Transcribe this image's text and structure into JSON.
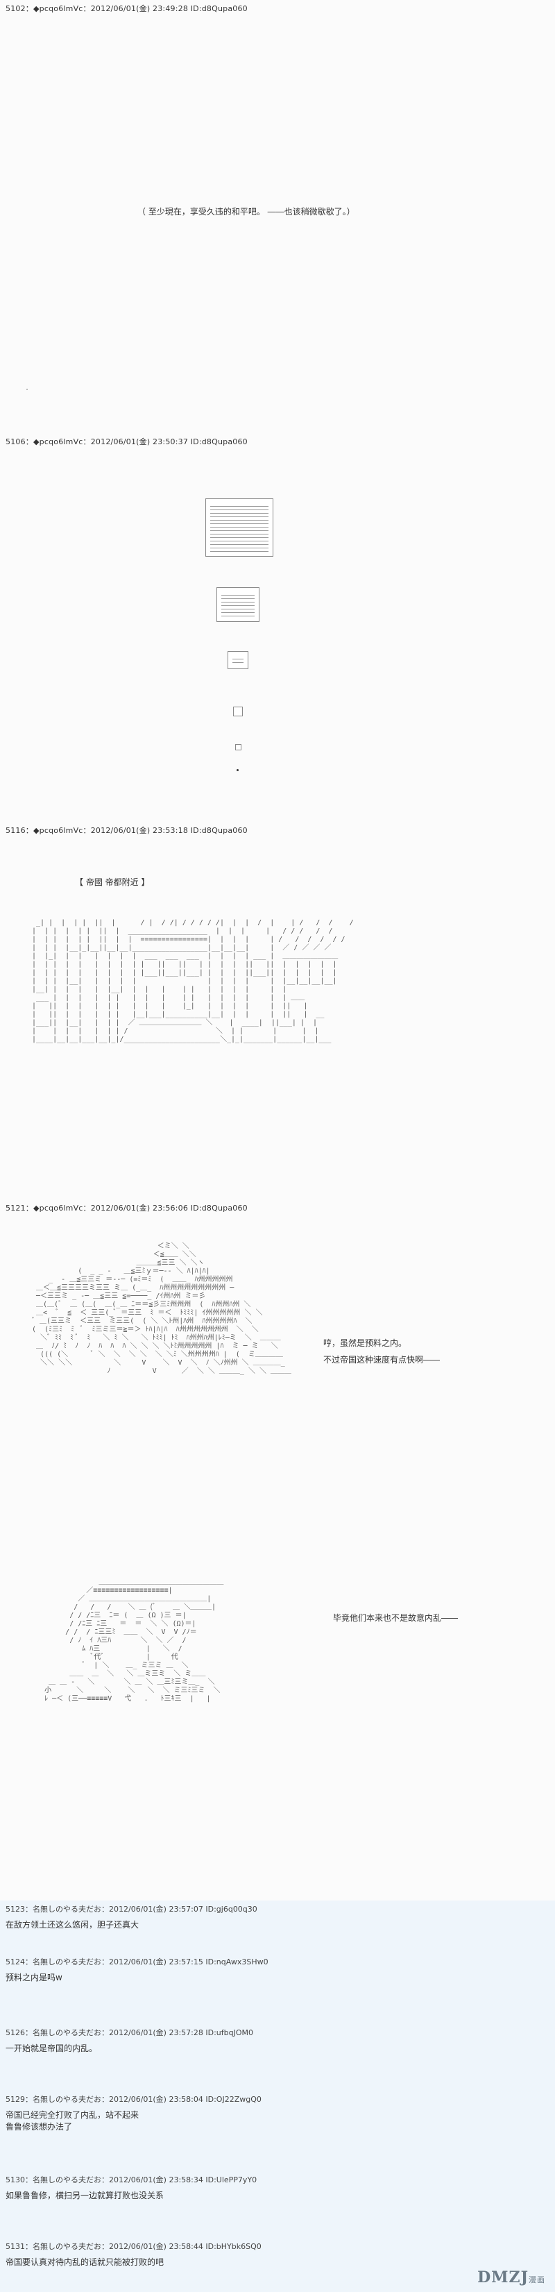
{
  "posts": [
    {
      "header": "5102：◆pcqo6lmVc：2012/06/01(金) 23:49:28 ID:d8Qupa060",
      "lines": [
        "（ 至少現在，享受久违的和平吧。 ――也该稍微歇歇了。）"
      ]
    },
    {
      "header": "5106：◆pcqo6lmVc：2012/06/01(金) 23:50:37 ID:d8Qupa060",
      "lines": []
    },
    {
      "header": "5116：◆pcqo6lmVc：2012/06/01(金) 23:53:18 ID:d8Qupa060",
      "lines": [
        "【 帝國 帝都附近 】"
      ]
    },
    {
      "header": "5121：◆pcqo6lmVc：2012/06/01(金) 23:56:06 ID:d8Qupa060",
      "lines": [
        "哼，虽然是预料之内。",
        "不过帝国这种速度有点快啊――",
        "毕竟他们本来也不是故意内乱――"
      ]
    }
  ],
  "comments": [
    {
      "header": "5123：名無しのやる夫だお：2012/06/01(金) 23:57:07 ID:gj6q00q30",
      "body": "在敌方领土还这么悠闲，胆子还真大"
    },
    {
      "header": "5124：名無しのやる夫だお：2012/06/01(金) 23:57:15 ID:nqAwx3SHw0",
      "body": "预料之内是吗w"
    },
    {
      "header": "5126：名無しのやる夫だお：2012/06/01(金) 23:57:28 ID:ufbqJOM0",
      "body": "一开始就是帝国的内乱。"
    },
    {
      "header": "5129：名無しのやる夫だお：2012/06/01(金) 23:58:04 ID:OJ22ZwgQ0",
      "body": "帝国已经完全打败了内乱，站不起来\n鲁鲁修该想办法了"
    },
    {
      "header": "5130：名無しのやる夫だお：2012/06/01(金) 23:58:34 ID:UlePP7yY0",
      "body": "如果鲁鲁修，横扫另一边就算打败也没关系"
    },
    {
      "header": "5131：名無しのやる夫だお：2012/06/01(金) 23:58:44 ID:bHYbk6SQ0",
      "body": "帝国要认真对待内乱的话就只能被打败的吧"
    }
  ],
  "watermark": {
    "brand": "DMZJ",
    "sub": "漫画"
  }
}
